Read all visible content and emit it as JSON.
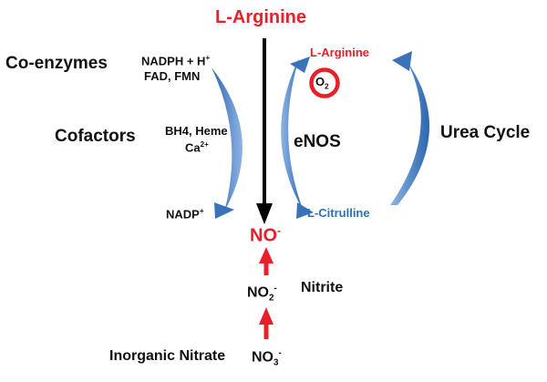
{
  "colors": {
    "text": "#111111",
    "red": "#e8202a",
    "blue": "#4a7fc4",
    "blue_dark": "#2a66ad",
    "blue_light": "#8fb4e6",
    "citrulline": "#2c72b3",
    "main_arrow": "#000000"
  },
  "labels": {
    "top_arginine": "L-Arginine",
    "coenzymes": "Co-enzymes",
    "nadph": "NADPH + H",
    "nadph_sup": "+",
    "fad_fmn": "FAD, FMN",
    "cofactors": "Cofactors",
    "bh4_heme": "BH4, Heme",
    "ca": "Ca",
    "ca_sup": "2+",
    "nadp": "NADP",
    "nadp_sup": "+",
    "right_arginine": "L-Arginine",
    "o2": "O",
    "o2_sub": "2",
    "enos": "eNOS",
    "urea_cycle": "Urea Cycle",
    "citrulline": "L-Citrulline",
    "no": "NO",
    "no_sup": "-",
    "no2": "NO",
    "no2_sub": "2",
    "no2_sup": "-",
    "nitrite": "Nitrite",
    "inorganic_nitrate": "Inorganic Nitrate",
    "no3": "NO",
    "no3_sub": "3",
    "no3_sup": "-"
  }
}
